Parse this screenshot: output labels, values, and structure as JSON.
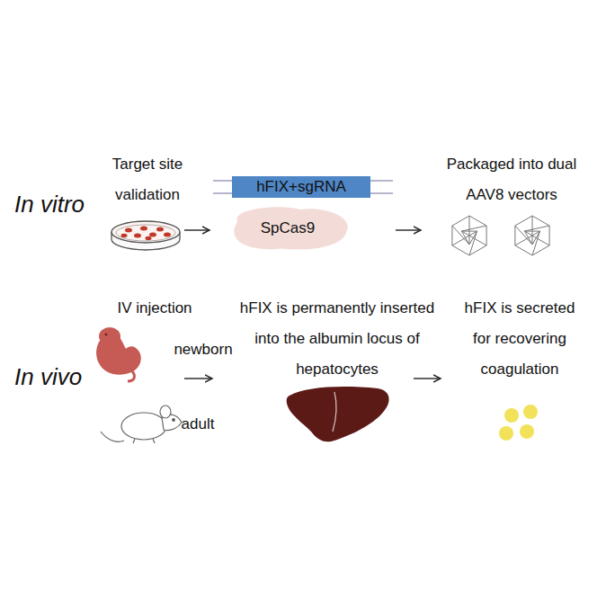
{
  "diagram": {
    "nodes": [
      {
        "text": [
          "hFIX+sgRNA"
        ]
      },
      {
        "text": [
          "SpCas9"
        ]
      }
    ],
    "labels": [
      "In vitro",
      "Target site validation",
      "Packaged into dual AAV8 vectors",
      "In vivo",
      "IV injection",
      "newborn",
      "adult",
      "hFIX is permanently inserted into the albumin locus of hepatocytes",
      "hFIX is secreted for recovering coagulation"
    ]
  }
}
